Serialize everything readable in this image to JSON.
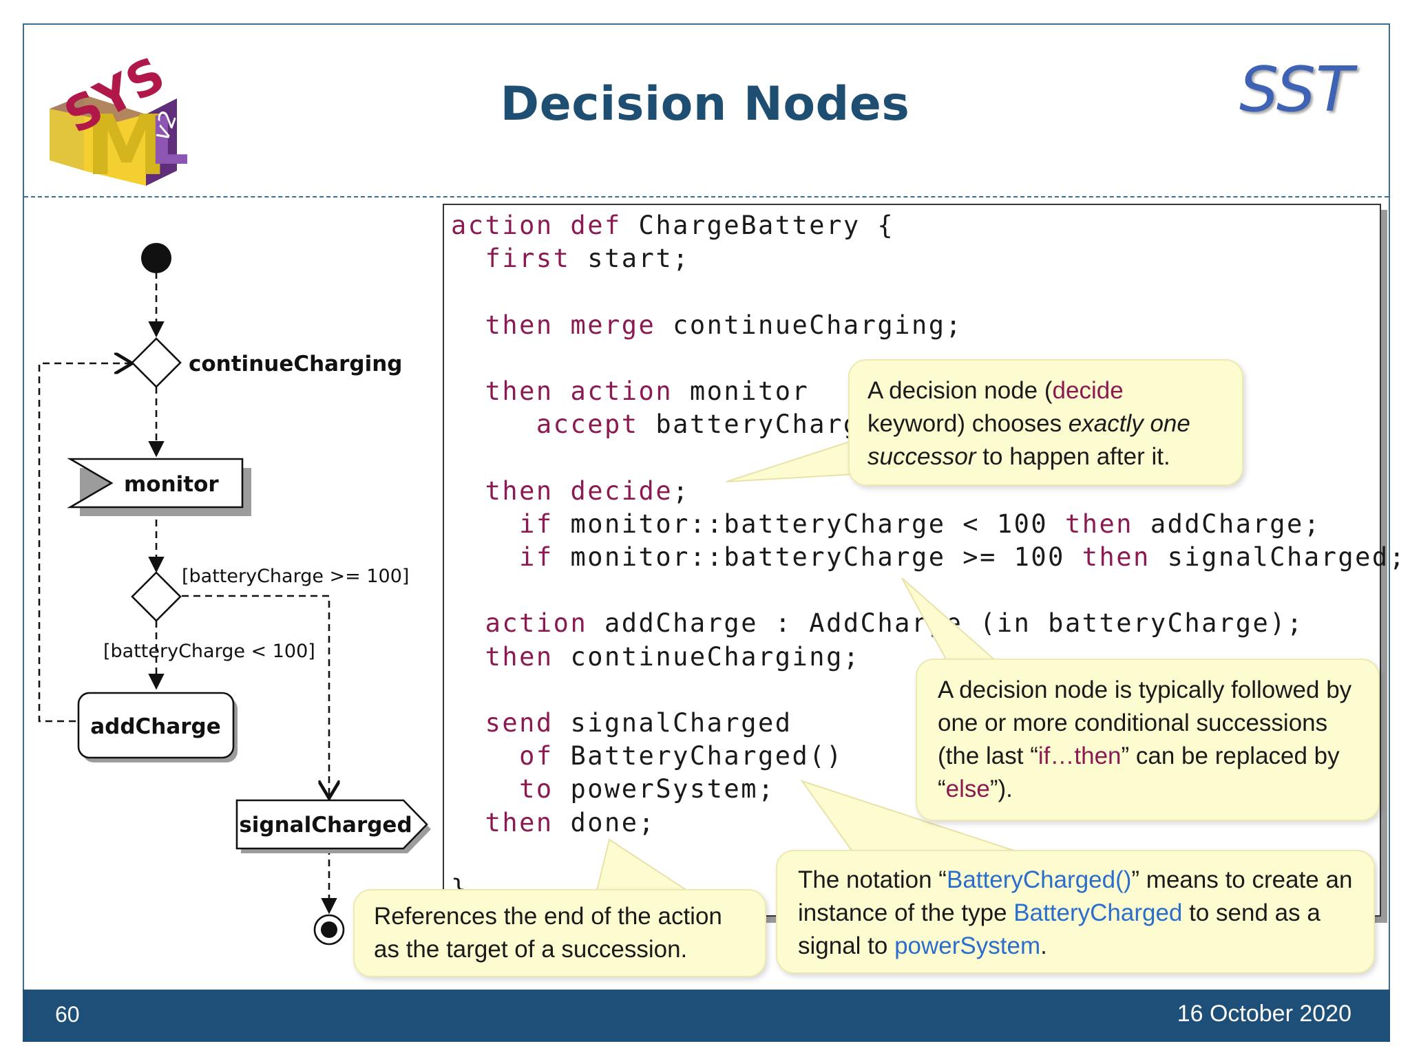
{
  "slide": {
    "title": "Decision Nodes",
    "brand": "SST",
    "page_number": "60",
    "date": "16 October 2020",
    "logo_text": [
      "SYS",
      "M",
      "L",
      "v2"
    ]
  },
  "diagram": {
    "merge_label": "continueCharging",
    "monitor_label": "monitor",
    "guard_high": "[batteryCharge >= 100]",
    "guard_low": "[batteryCharge < 100]",
    "addcharge_label": "addCharge",
    "signal_label": "signalCharged"
  },
  "code": [
    [
      {
        "k": "action def"
      },
      {
        "t": " ChargeBattery {"
      }
    ],
    [
      {
        "t": "  "
      },
      {
        "k": "first"
      },
      {
        "t": " start;"
      }
    ],
    [],
    [
      {
        "t": "  "
      },
      {
        "k": "then merge"
      },
      {
        "t": " continueCharging;"
      }
    ],
    [],
    [
      {
        "t": "  "
      },
      {
        "k": "then action"
      },
      {
        "t": " monitor"
      }
    ],
    [
      {
        "t": "     "
      },
      {
        "k": "accept"
      },
      {
        "t": " batteryCharge"
      }
    ],
    [],
    [
      {
        "t": "  "
      },
      {
        "k": "then decide"
      },
      {
        "t": ";"
      }
    ],
    [
      {
        "t": "    "
      },
      {
        "k": "if"
      },
      {
        "t": " monitor::batteryCharge < 100 "
      },
      {
        "k": "then"
      },
      {
        "t": " addCharge;"
      }
    ],
    [
      {
        "t": "    "
      },
      {
        "k": "if"
      },
      {
        "t": " monitor::batteryCharge >= 100 "
      },
      {
        "k": "then"
      },
      {
        "t": " signalCharged;"
      }
    ],
    [],
    [
      {
        "t": "  "
      },
      {
        "k": "action"
      },
      {
        "t": " addCharge : AddCharge (in batteryCharge);"
      }
    ],
    [
      {
        "t": "  "
      },
      {
        "k": "then"
      },
      {
        "t": " continueCharging;"
      }
    ],
    [],
    [
      {
        "t": "  "
      },
      {
        "k": "send"
      },
      {
        "t": " signalCharged"
      }
    ],
    [
      {
        "t": "    "
      },
      {
        "k": "of"
      },
      {
        "t": " BatteryCharged()"
      }
    ],
    [
      {
        "t": "    "
      },
      {
        "k": "to"
      },
      {
        "t": " powerSystem;"
      }
    ],
    [
      {
        "t": "  "
      },
      {
        "k": "then"
      },
      {
        "t": " done;"
      }
    ],
    [],
    [
      {
        "t": "}"
      }
    ]
  ],
  "callouts": {
    "decide": {
      "p1": "A decision node (",
      "kw": "decide",
      "p2": " keyword) chooses ",
      "em": "exactly one successor",
      "p3": " to happen after it."
    },
    "followed": {
      "p1": "A decision node is  typically followed by one or more conditional successions (the last “",
      "kw": "if…then",
      "p2": "” can be replaced by “",
      "kw2": "else",
      "p3": "”)."
    },
    "done": {
      "text": "References the end of the action as the target of a succession."
    },
    "notation": {
      "p1": "The notation “",
      "ref1": "BatteryCharged()",
      "p2": "” means to create an instance of the type ",
      "ref2": "BatteryCharged",
      "p3": " to send as a signal to ",
      "ref3": "powerSystem",
      "p4": "."
    }
  },
  "colors": {
    "keyword": "#8c1a52",
    "reference": "#2a6ecc",
    "title": "#1f4e73",
    "footer": "#1e4f79",
    "callout_fill": "#fdfbd0"
  }
}
